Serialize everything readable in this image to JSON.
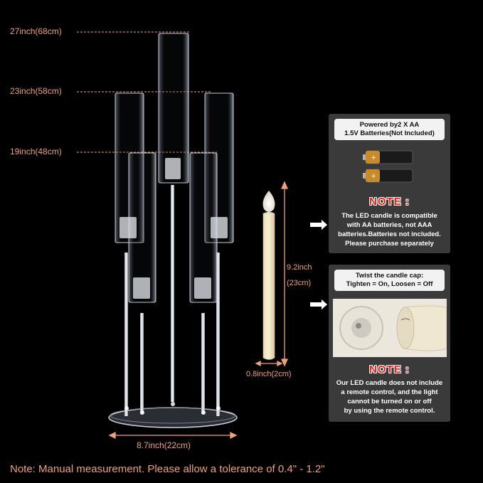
{
  "heights": {
    "h27": "27inch(68cm)",
    "h23": "23inch(58cm)",
    "h19": "19inch(48cm)"
  },
  "candle_dims": {
    "height_in": "9.2inch",
    "height_cm": "(23cm)",
    "width": "0.8inch(2cm)"
  },
  "base_width": "8.7inch(22cm)",
  "panel_top": {
    "title_line1": "Powered by2 X AA",
    "title_line2": "1.5V Batteries(Not Included)",
    "note_label": "NOTE :",
    "text": [
      "The LED candle is compatible",
      "with AA batteries, not AAA",
      "batteries.Batteries not included.",
      "Please purchase separately"
    ]
  },
  "panel_bottom": {
    "title_line1": "Twist the candle cap:",
    "title_line2": "Tighten = On, Loosen = Off",
    "note_label": "NOTE :",
    "text": [
      "Our LED candle does not include",
      "a remote control, and the light",
      "cannot be turned on or off",
      "by using the remote control."
    ]
  },
  "footer_note": "Note: Manual measurement. Please allow a tolerance of 0.4\" - 1.2\"",
  "colors": {
    "accent": "#f0a07a",
    "note_red": "#e0241b",
    "panel_bg": "#3a3a3a"
  }
}
